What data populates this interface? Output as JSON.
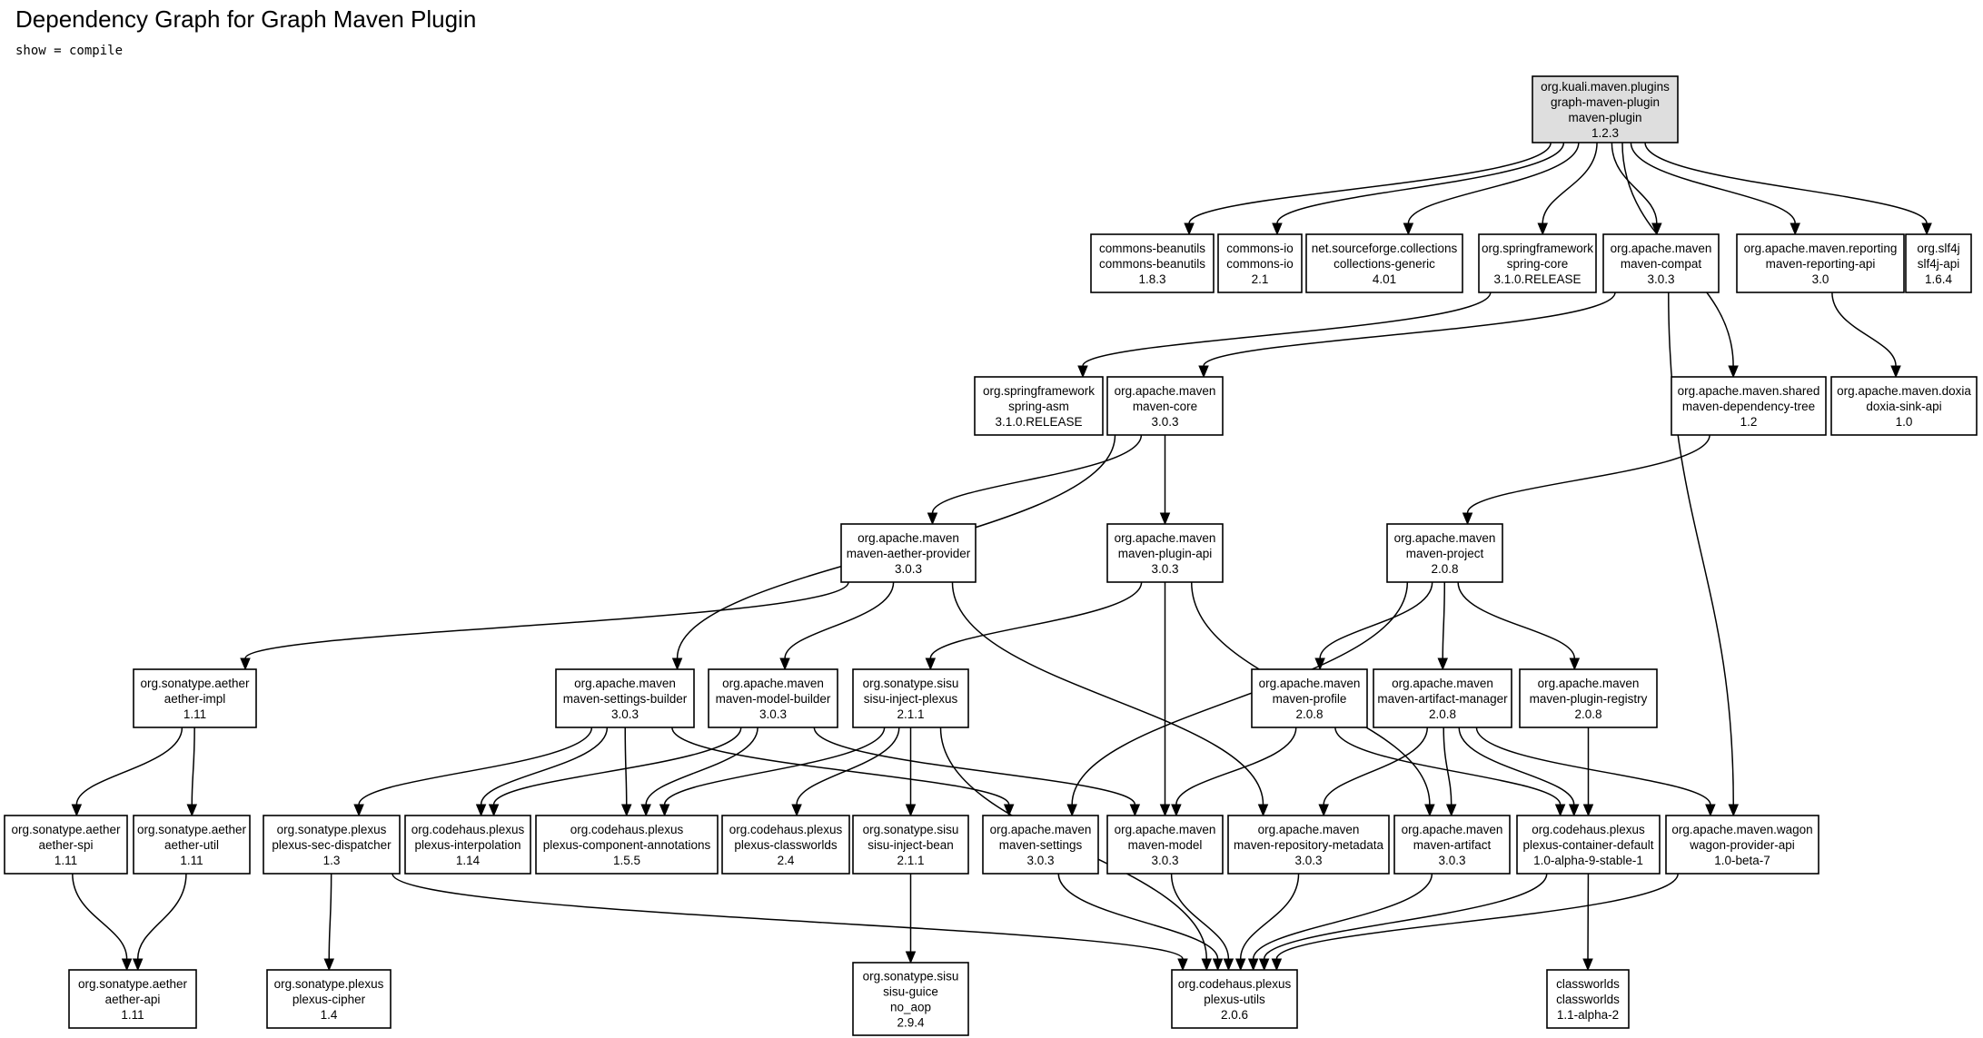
{
  "header": {
    "title": "Dependency Graph for Graph Maven Plugin",
    "subtitle": "show = compile"
  },
  "nodes": [
    {
      "id": "root",
      "lines": [
        "org.kuali.maven.plugins",
        "graph-maven-plugin",
        "maven-plugin",
        "1.2.3"
      ],
      "root": true
    },
    {
      "id": "commons-beanutils",
      "lines": [
        "commons-beanutils",
        "commons-beanutils",
        "1.8.3"
      ]
    },
    {
      "id": "commons-io",
      "lines": [
        "commons-io",
        "commons-io",
        "2.1"
      ]
    },
    {
      "id": "collections-generic",
      "lines": [
        "net.sourceforge.collections",
        "collections-generic",
        "4.01"
      ]
    },
    {
      "id": "spring-core",
      "lines": [
        "org.springframework",
        "spring-core",
        "3.1.0.RELEASE"
      ]
    },
    {
      "id": "maven-compat",
      "lines": [
        "org.apache.maven",
        "maven-compat",
        "3.0.3"
      ]
    },
    {
      "id": "maven-reporting-api",
      "lines": [
        "org.apache.maven.reporting",
        "maven-reporting-api",
        "3.0"
      ]
    },
    {
      "id": "slf4j-api",
      "lines": [
        "org.slf4j",
        "slf4j-api",
        "1.6.4"
      ]
    },
    {
      "id": "spring-asm",
      "lines": [
        "org.springframework",
        "spring-asm",
        "3.1.0.RELEASE"
      ]
    },
    {
      "id": "maven-core",
      "lines": [
        "org.apache.maven",
        "maven-core",
        "3.0.3"
      ]
    },
    {
      "id": "maven-dependency-tree",
      "lines": [
        "org.apache.maven.shared",
        "maven-dependency-tree",
        "1.2"
      ]
    },
    {
      "id": "doxia-sink-api",
      "lines": [
        "org.apache.maven.doxia",
        "doxia-sink-api",
        "1.0"
      ]
    },
    {
      "id": "maven-aether-provider",
      "lines": [
        "org.apache.maven",
        "maven-aether-provider",
        "3.0.3"
      ]
    },
    {
      "id": "maven-plugin-api",
      "lines": [
        "org.apache.maven",
        "maven-plugin-api",
        "3.0.3"
      ]
    },
    {
      "id": "maven-project",
      "lines": [
        "org.apache.maven",
        "maven-project",
        "2.0.8"
      ]
    },
    {
      "id": "aether-impl",
      "lines": [
        "org.sonatype.aether",
        "aether-impl",
        "1.11"
      ]
    },
    {
      "id": "maven-settings-builder",
      "lines": [
        "org.apache.maven",
        "maven-settings-builder",
        "3.0.3"
      ]
    },
    {
      "id": "maven-model-builder",
      "lines": [
        "org.apache.maven",
        "maven-model-builder",
        "3.0.3"
      ]
    },
    {
      "id": "sisu-inject-plexus",
      "lines": [
        "org.sonatype.sisu",
        "sisu-inject-plexus",
        "2.1.1"
      ]
    },
    {
      "id": "maven-profile",
      "lines": [
        "org.apache.maven",
        "maven-profile",
        "2.0.8"
      ]
    },
    {
      "id": "maven-artifact-manager",
      "lines": [
        "org.apache.maven",
        "maven-artifact-manager",
        "2.0.8"
      ]
    },
    {
      "id": "maven-plugin-registry",
      "lines": [
        "org.apache.maven",
        "maven-plugin-registry",
        "2.0.8"
      ]
    },
    {
      "id": "aether-spi",
      "lines": [
        "org.sonatype.aether",
        "aether-spi",
        "1.11"
      ]
    },
    {
      "id": "aether-util",
      "lines": [
        "org.sonatype.aether",
        "aether-util",
        "1.11"
      ]
    },
    {
      "id": "plexus-sec-dispatcher",
      "lines": [
        "org.sonatype.plexus",
        "plexus-sec-dispatcher",
        "1.3"
      ]
    },
    {
      "id": "plexus-interpolation",
      "lines": [
        "org.codehaus.plexus",
        "plexus-interpolation",
        "1.14"
      ]
    },
    {
      "id": "plexus-component-annotations",
      "lines": [
        "org.codehaus.plexus",
        "plexus-component-annotations",
        "1.5.5"
      ]
    },
    {
      "id": "plexus-classworlds",
      "lines": [
        "org.codehaus.plexus",
        "plexus-classworlds",
        "2.4"
      ]
    },
    {
      "id": "sisu-inject-bean",
      "lines": [
        "org.sonatype.sisu",
        "sisu-inject-bean",
        "2.1.1"
      ]
    },
    {
      "id": "maven-settings",
      "lines": [
        "org.apache.maven",
        "maven-settings",
        "3.0.3"
      ]
    },
    {
      "id": "maven-model",
      "lines": [
        "org.apache.maven",
        "maven-model",
        "3.0.3"
      ]
    },
    {
      "id": "maven-repository-metadata",
      "lines": [
        "org.apache.maven",
        "maven-repository-metadata",
        "3.0.3"
      ]
    },
    {
      "id": "maven-artifact",
      "lines": [
        "org.apache.maven",
        "maven-artifact",
        "3.0.3"
      ]
    },
    {
      "id": "plexus-container-default",
      "lines": [
        "org.codehaus.plexus",
        "plexus-container-default",
        "1.0-alpha-9-stable-1"
      ]
    },
    {
      "id": "wagon-provider-api",
      "lines": [
        "org.apache.maven.wagon",
        "wagon-provider-api",
        "1.0-beta-7"
      ]
    },
    {
      "id": "aether-api",
      "lines": [
        "org.sonatype.aether",
        "aether-api",
        "1.11"
      ]
    },
    {
      "id": "plexus-cipher",
      "lines": [
        "org.sonatype.plexus",
        "plexus-cipher",
        "1.4"
      ]
    },
    {
      "id": "sisu-guice",
      "lines": [
        "org.sonatype.sisu",
        "sisu-guice",
        "no_aop",
        "2.9.4"
      ]
    },
    {
      "id": "plexus-utils",
      "lines": [
        "org.codehaus.plexus",
        "plexus-utils",
        "2.0.6"
      ]
    },
    {
      "id": "classworlds",
      "lines": [
        "classworlds",
        "classworlds",
        "1.1-alpha-2"
      ]
    }
  ],
  "edges": [
    [
      "root",
      "commons-beanutils"
    ],
    [
      "root",
      "commons-io"
    ],
    [
      "root",
      "collections-generic"
    ],
    [
      "root",
      "spring-core"
    ],
    [
      "root",
      "maven-compat"
    ],
    [
      "root",
      "maven-reporting-api"
    ],
    [
      "root",
      "slf4j-api"
    ],
    [
      "root",
      "maven-dependency-tree"
    ],
    [
      "spring-core",
      "spring-asm"
    ],
    [
      "maven-compat",
      "maven-core"
    ],
    [
      "maven-compat",
      "wagon-provider-api"
    ],
    [
      "maven-reporting-api",
      "doxia-sink-api"
    ],
    [
      "maven-dependency-tree",
      "maven-project"
    ],
    [
      "maven-core",
      "maven-aether-provider"
    ],
    [
      "maven-core",
      "maven-plugin-api"
    ],
    [
      "maven-core",
      "maven-settings-builder"
    ],
    [
      "maven-aether-provider",
      "aether-impl"
    ],
    [
      "maven-aether-provider",
      "maven-model-builder"
    ],
    [
      "maven-aether-provider",
      "maven-repository-metadata"
    ],
    [
      "maven-plugin-api",
      "sisu-inject-plexus"
    ],
    [
      "maven-plugin-api",
      "maven-model"
    ],
    [
      "maven-plugin-api",
      "maven-artifact"
    ],
    [
      "maven-project",
      "maven-settings"
    ],
    [
      "maven-project",
      "maven-profile"
    ],
    [
      "maven-project",
      "maven-artifact-manager"
    ],
    [
      "maven-project",
      "maven-plugin-registry"
    ],
    [
      "aether-impl",
      "aether-spi"
    ],
    [
      "aether-impl",
      "aether-util"
    ],
    [
      "maven-settings-builder",
      "plexus-sec-dispatcher"
    ],
    [
      "maven-settings-builder",
      "plexus-interpolation"
    ],
    [
      "maven-settings-builder",
      "plexus-component-annotations"
    ],
    [
      "maven-settings-builder",
      "maven-settings"
    ],
    [
      "maven-model-builder",
      "plexus-interpolation"
    ],
    [
      "maven-model-builder",
      "plexus-component-annotations"
    ],
    [
      "maven-model-builder",
      "maven-model"
    ],
    [
      "sisu-inject-plexus",
      "plexus-component-annotations"
    ],
    [
      "sisu-inject-plexus",
      "plexus-classworlds"
    ],
    [
      "sisu-inject-plexus",
      "sisu-inject-bean"
    ],
    [
      "sisu-inject-plexus",
      "plexus-utils"
    ],
    [
      "maven-profile",
      "maven-model"
    ],
    [
      "maven-profile",
      "plexus-container-default"
    ],
    [
      "maven-artifact-manager",
      "maven-repository-metadata"
    ],
    [
      "maven-artifact-manager",
      "maven-artifact"
    ],
    [
      "maven-artifact-manager",
      "plexus-container-default"
    ],
    [
      "maven-artifact-manager",
      "wagon-provider-api"
    ],
    [
      "maven-plugin-registry",
      "plexus-container-default"
    ],
    [
      "aether-spi",
      "aether-api"
    ],
    [
      "aether-util",
      "aether-api"
    ],
    [
      "plexus-sec-dispatcher",
      "plexus-cipher"
    ],
    [
      "plexus-sec-dispatcher",
      "plexus-utils"
    ],
    [
      "sisu-inject-bean",
      "sisu-guice"
    ],
    [
      "maven-settings",
      "plexus-utils"
    ],
    [
      "maven-model",
      "plexus-utils"
    ],
    [
      "maven-repository-metadata",
      "plexus-utils"
    ],
    [
      "maven-artifact",
      "plexus-utils"
    ],
    [
      "plexus-container-default",
      "plexus-utils"
    ],
    [
      "plexus-container-default",
      "classworlds"
    ],
    [
      "wagon-provider-api",
      "plexus-utils"
    ]
  ]
}
